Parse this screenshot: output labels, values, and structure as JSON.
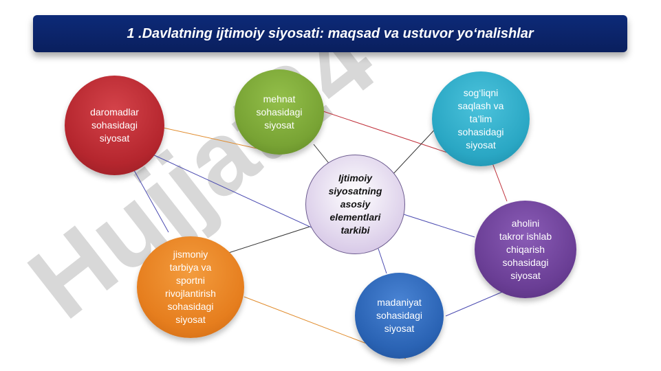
{
  "title": "1 .Davlatning ijtimoiy siyosati: maqsad va ustuvor yo‘nalishlar",
  "center": "Ijtimoiy\nsiyosatning\nasosiy\nelementlari\ntarkibi",
  "nodes": {
    "daromadlar": "daromadlar\nsohasidagi\nsiyosat",
    "mehnat": "mehnat\nsohasidagi\nsiyosat",
    "sogliqni": "sog‘liqni\nsaqlash va\nta’lim\nsohasidagi\nsiyosat",
    "aholini": "aholini\ntakror ishlab\nchiqarish\nsohasidagi\nsiyosat",
    "jismoniy": "jismoniy\ntarbiya va\nsportni\nrivojlantirish\nsohasidagi\nsiyosat",
    "madaniyat": "madaniyat\nsohasidagi\nsiyosat"
  },
  "colors": {
    "title_bg": "#0a1f5e",
    "daromadlar": "#b5262e",
    "mehnat": "#78a334",
    "sogliqni": "#2aa7c4",
    "aholini": "#6a3e95",
    "jismoniy": "#e67e1e",
    "madaniyat": "#2a63b4"
  },
  "watermark": "Hujjat24"
}
